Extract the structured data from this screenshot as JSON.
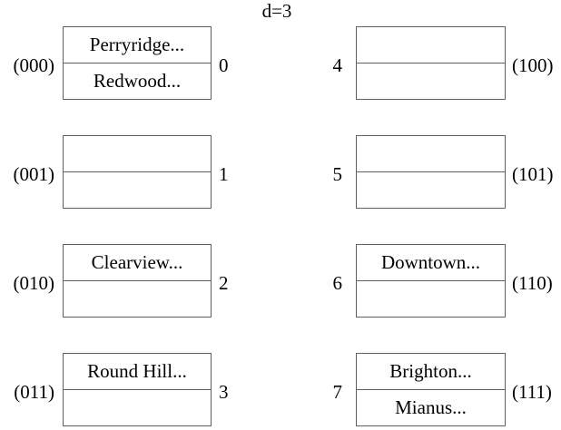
{
  "title": "d=3",
  "colors": {
    "background": "#ffffff",
    "border": "#606060",
    "text": "#000000"
  },
  "buckets": [
    {
      "binary_label": "(000)",
      "number": "0",
      "cells": [
        "Perryridge...",
        "Redwood..."
      ]
    },
    {
      "binary_label": "(001)",
      "number": "1",
      "cells": [
        "",
        ""
      ]
    },
    {
      "binary_label": "(010)",
      "number": "2",
      "cells": [
        "Clearview...",
        ""
      ]
    },
    {
      "binary_label": "(011)",
      "number": "3",
      "cells": [
        "Round Hill...",
        ""
      ]
    },
    {
      "binary_label": "(100)",
      "number": "4",
      "cells": [
        "",
        ""
      ]
    },
    {
      "binary_label": "(101)",
      "number": "5",
      "cells": [
        "",
        ""
      ]
    },
    {
      "binary_label": "(110)",
      "number": "6",
      "cells": [
        "Downtown...",
        ""
      ]
    },
    {
      "binary_label": "(111)",
      "number": "7",
      "cells": [
        "Brighton...",
        "Mianus..."
      ]
    }
  ]
}
